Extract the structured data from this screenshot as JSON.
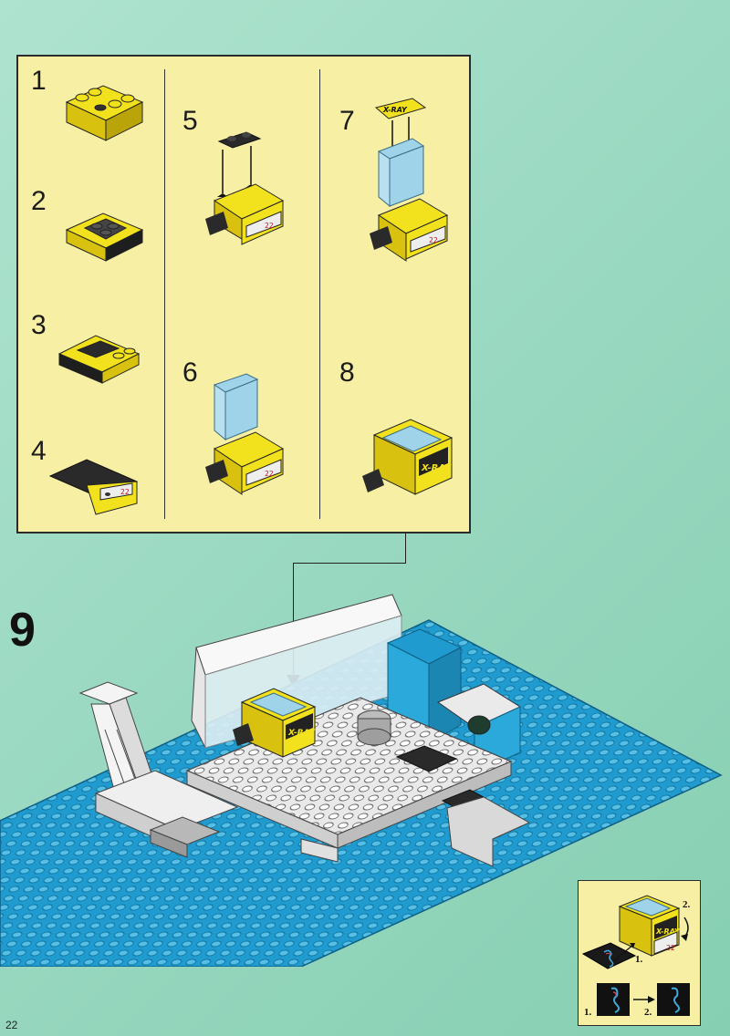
{
  "steps": [
    {
      "number": "1"
    },
    {
      "number": "2"
    },
    {
      "number": "3"
    },
    {
      "number": "4"
    },
    {
      "number": "5"
    },
    {
      "number": "6"
    },
    {
      "number": "7"
    },
    {
      "number": "8"
    }
  ],
  "main_step": {
    "number": "9"
  },
  "xray_label": "X-RAY",
  "display_digits": "22",
  "inset": {
    "label_1": "1.",
    "label_2": "2.",
    "sub_label_1": "1.",
    "sub_label_2": "2."
  },
  "page_number": "22",
  "colors": {
    "panel_bg": "#f7f0a4",
    "background": "#9bd9c2",
    "baseplate_blue": "#1f9bcf",
    "brick_yellow": "#f2e21d",
    "brick_black": "#2a2a2a",
    "brick_white": "#f4f4f4",
    "trans_blue": "#9fd3ea"
  }
}
